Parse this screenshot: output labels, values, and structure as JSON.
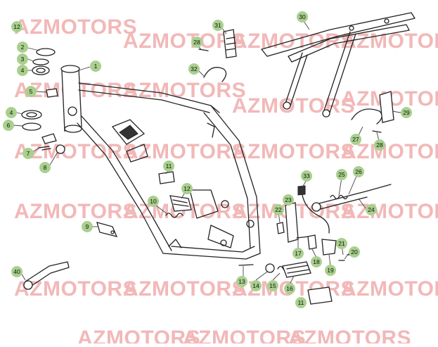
{
  "watermark_text": "AZMOTORS",
  "colors": {
    "badge": "#a9d08e",
    "watermark": "#f2b8b8",
    "line": "#222222"
  },
  "callouts": [
    {
      "label": "1"
    },
    {
      "label": "2"
    },
    {
      "label": "3"
    },
    {
      "label": "4"
    },
    {
      "label": "4"
    },
    {
      "label": "5"
    },
    {
      "label": "6"
    },
    {
      "label": "7"
    },
    {
      "label": "8"
    },
    {
      "label": "9"
    },
    {
      "label": "10"
    },
    {
      "label": "11"
    },
    {
      "label": "11"
    },
    {
      "label": "12"
    },
    {
      "label": "12"
    },
    {
      "label": "13"
    },
    {
      "label": "14"
    },
    {
      "label": "15"
    },
    {
      "label": "16"
    },
    {
      "label": "17"
    },
    {
      "label": "18"
    },
    {
      "label": "19"
    },
    {
      "label": "20"
    },
    {
      "label": "21"
    },
    {
      "label": "22"
    },
    {
      "label": "23"
    },
    {
      "label": "24"
    },
    {
      "label": "25"
    },
    {
      "label": "26"
    },
    {
      "label": "27"
    },
    {
      "label": "28"
    },
    {
      "label": "28"
    },
    {
      "label": "29"
    },
    {
      "label": "30"
    },
    {
      "label": "31"
    },
    {
      "label": "32"
    },
    {
      "label": "33"
    },
    {
      "label": "40"
    }
  ]
}
